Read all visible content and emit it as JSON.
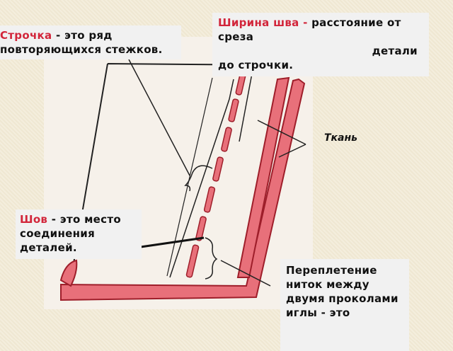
{
  "slide": {
    "strochka": {
      "term": "Строчка",
      "text": " - это ряд повторяющихся стежков."
    },
    "shirina": {
      "term": "Ширина шва - ",
      "text_1": " расстояние от среза",
      "text_2": "детали",
      "text_3": "до строчки."
    },
    "shov": {
      "term": "Шов",
      "text": " - это место соединения деталей."
    },
    "perepletenie": {
      "text": "Переплетение ниток между двумя проколами иглы - это"
    },
    "tkan_label": "Ткань"
  },
  "colors": {
    "accent_red": "#d2253a",
    "seam_pink": "#e8707a",
    "seam_red": "#c8323c",
    "ink": "#111111",
    "box_bg": "#f1f1f1"
  }
}
